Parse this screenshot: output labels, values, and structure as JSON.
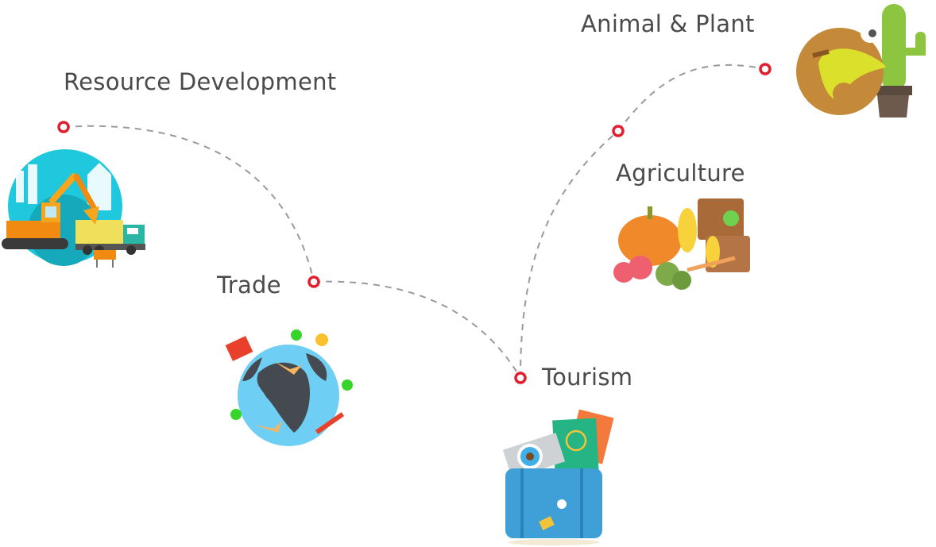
{
  "diagram": {
    "type": "path-roadmap",
    "colors": {
      "node_ring": "#e0202e",
      "path_dash": "#9a9a9a",
      "label_text": "#4a4a4a"
    },
    "nodes": [
      {
        "id": "resource-development",
        "label": "Resource Development",
        "illustration": "excavator-truck-icon"
      },
      {
        "id": "trade",
        "label": "Trade",
        "illustration": "globe-trade-icon"
      },
      {
        "id": "tourism",
        "label": "Tourism",
        "illustration": "suitcase-camera-passport-icon"
      },
      {
        "id": "agriculture",
        "label": "Agriculture",
        "illustration": "harvest-produce-icon"
      },
      {
        "id": "animal-plant",
        "label": "Animal & Plant",
        "illustration": "chameleon-cactus-icon"
      }
    ],
    "edges": [
      {
        "from": "resource-development",
        "to": "trade"
      },
      {
        "from": "trade",
        "to": "tourism"
      },
      {
        "from": "tourism",
        "to": "agriculture"
      },
      {
        "from": "agriculture",
        "to": "animal-plant"
      }
    ]
  }
}
